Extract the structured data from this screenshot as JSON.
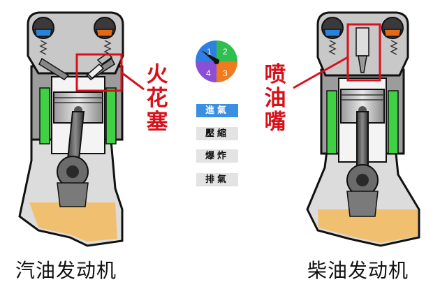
{
  "engines": [
    {
      "name": "汽油发动机",
      "component_label": "火花塞"
    },
    {
      "name": "柴油发动机",
      "component_label": "喷油嘴"
    }
  ],
  "cycle_dial": {
    "sectors": [
      {
        "number": "1",
        "color": "#2f7fe0"
      },
      {
        "number": "2",
        "color": "#2fbf4f"
      },
      {
        "number": "3",
        "color": "#f07a1e"
      },
      {
        "number": "4",
        "color": "#8a4fd6"
      }
    ]
  },
  "strokes": [
    {
      "label": "進氣",
      "active": true
    },
    {
      "label": "壓縮",
      "active": false
    },
    {
      "label": "爆炸",
      "active": false
    },
    {
      "label": "排氣",
      "active": false
    }
  ],
  "colors": {
    "highlight_box": "#d8101a",
    "label_text": "#d8101a",
    "cylinder_jacket": "#3fd043",
    "oil": "#f0c070",
    "intake_valve": "#2b82d9",
    "exhaust_valve": "#e06a17",
    "active_stroke": "#3a8fe0"
  }
}
